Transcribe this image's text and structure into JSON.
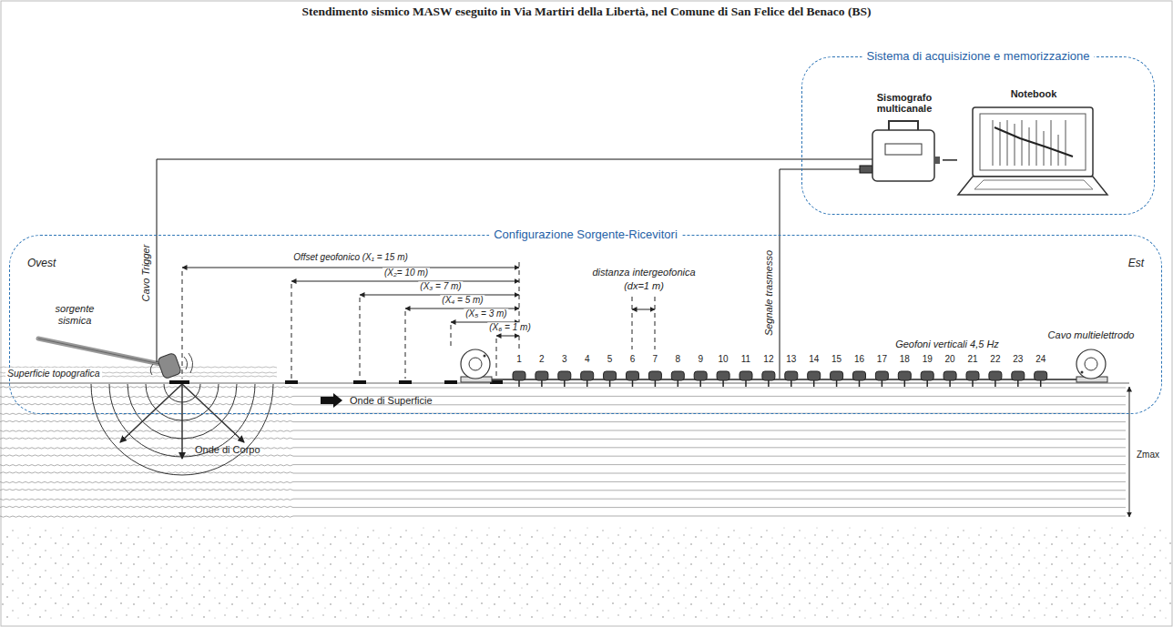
{
  "diagram": {
    "title": "Stendimento sismico MASW eseguito in Via Martiri della Libertà, nel Comune di San Felice del Benaco (BS)",
    "nodes": [
      {
        "text": [
          "Sistema di acquisizione e memorizzazione"
        ]
      },
      {
        "text": [
          "Sismografo multicanale"
        ],
        "in": 0
      },
      {
        "text": [
          "Notebook"
        ],
        "in": 0
      },
      {
        "text": [
          "Configurazione Sorgente-Ricevitori"
        ]
      }
    ],
    "edges": [
      {
        "from": 1,
        "to": 2,
        "arrow": "none"
      }
    ],
    "labels": [
      "Ovest",
      "Est",
      "Cavo Trigger",
      "sorgente sismica",
      "Superficie topografica",
      "Offset geofonico (X₁ = 15 m)",
      "(X₂= 10 m)",
      "(X₃ = 7 m)",
      "(X₄ = 5 m)",
      "(X₅ = 3 m)",
      "(X₆ = 1 m)",
      "distanza intergeofonica",
      "(dx=1 m)",
      "Segnale trasmesso",
      "Geofoni verticali 4,5 Hz",
      "Cavo multielettrodo",
      "1",
      "2",
      "3",
      "4",
      "5",
      "6",
      "7",
      "8",
      "9",
      "10",
      "11",
      "12",
      "13",
      "14",
      "15",
      "16",
      "17",
      "18",
      "19",
      "20",
      "21",
      "22",
      "23",
      "24",
      "Onde di Superficie",
      "Onde di Corpo",
      "Zmax"
    ]
  }
}
